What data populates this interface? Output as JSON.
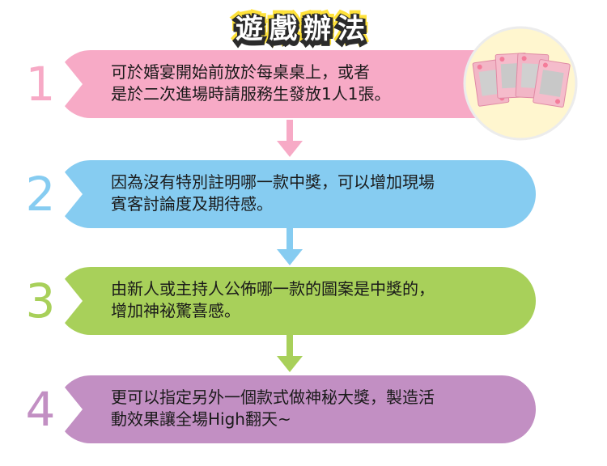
{
  "title": "遊戲辦法",
  "colors": {
    "step1": "#f7aac6",
    "step2": "#86ccf1",
    "step3": "#a8d05a",
    "step4": "#c28fc3",
    "title_stroke": "#2b2b2b",
    "title_glow": "#ffe23a"
  },
  "steps": [
    {
      "number": "1",
      "line1": "可於婚宴開始前放於每桌桌上，或者",
      "line2": "是於二次進場時請服務生發放1人1張。"
    },
    {
      "number": "2",
      "line1": "因為沒有特別註明哪一款中獎，可以增加現場",
      "line2": "賓客討論度及期待感。"
    },
    {
      "number": "3",
      "line1": "由新人或主持人公佈哪一款的圖案是中獎的，",
      "line2": "增加神祕驚喜感。"
    },
    {
      "number": "4",
      "line1": "更可以指定另外一個款式做神秘大獎，製造活",
      "line2": "動效果讓全場High翻天~"
    }
  ],
  "image": {
    "name": "scratch-cards-photo"
  }
}
